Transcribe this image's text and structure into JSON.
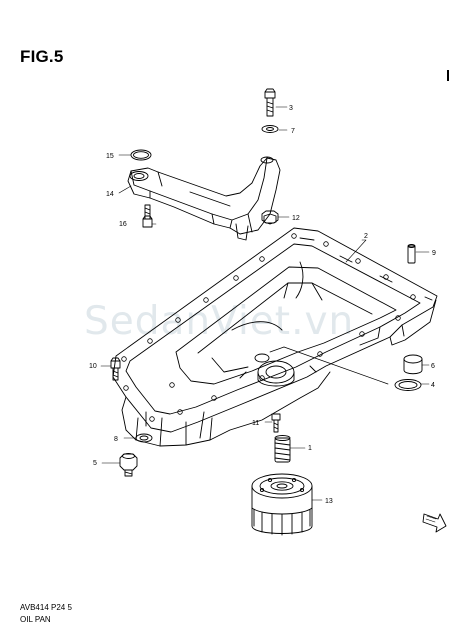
{
  "figure": {
    "title": "FIG.5",
    "code": "AVB414 P24 5",
    "caption": "OIL PAN",
    "watermark": "SedanViet.vn"
  },
  "callouts": [
    {
      "id": "1",
      "part": "oil-filter-union-bolt"
    },
    {
      "id": "2",
      "part": "oil-pan"
    },
    {
      "id": "3",
      "part": "bolt"
    },
    {
      "id": "4",
      "part": "o-ring"
    },
    {
      "id": "5",
      "part": "drain-plug"
    },
    {
      "id": "6",
      "part": "plug"
    },
    {
      "id": "7",
      "part": "washer"
    },
    {
      "id": "8",
      "part": "drain-plug-gasket"
    },
    {
      "id": "9",
      "part": "pin"
    },
    {
      "id": "10",
      "part": "bolt"
    },
    {
      "id": "11",
      "part": "bolt"
    },
    {
      "id": "12",
      "part": "nut"
    },
    {
      "id": "13",
      "part": "oil-filter"
    },
    {
      "id": "14",
      "part": "oil-strainer"
    },
    {
      "id": "15",
      "part": "o-ring"
    },
    {
      "id": "16",
      "part": "bolt"
    }
  ]
}
